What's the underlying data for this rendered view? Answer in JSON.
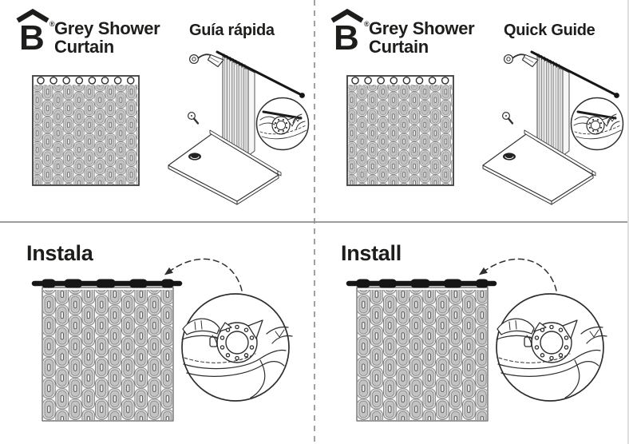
{
  "brand": {
    "letter": "B",
    "registered_mark": "®"
  },
  "panels": {
    "top_left": {
      "product_title": "Grey Shower Curtain",
      "guide_heading": "Guía rápida"
    },
    "top_right": {
      "product_title": "Grey Shower Curtain",
      "guide_heading": "Quick Guide"
    },
    "bottom_left": {
      "step_heading": "Instala"
    },
    "bottom_right": {
      "step_heading": "Install"
    }
  },
  "illustrations": {
    "flat_curtain": "grey patterned shower curtain with grommet rings",
    "shower_scene": "shower stall with rod, pleated curtain, shower head, base and grommet-hook magnified detail",
    "install_scene": "curtain hanging on rod with black rings and magnified grommet attachment detail"
  },
  "colors": {
    "ink": "#1d1d1b",
    "line_art": "#333333",
    "divider": "#9c9c9c",
    "rod_black": "#161616",
    "pattern_light": "#d9d9d9",
    "pattern_mid": "#c3c3c3",
    "background": "#ffffff"
  }
}
